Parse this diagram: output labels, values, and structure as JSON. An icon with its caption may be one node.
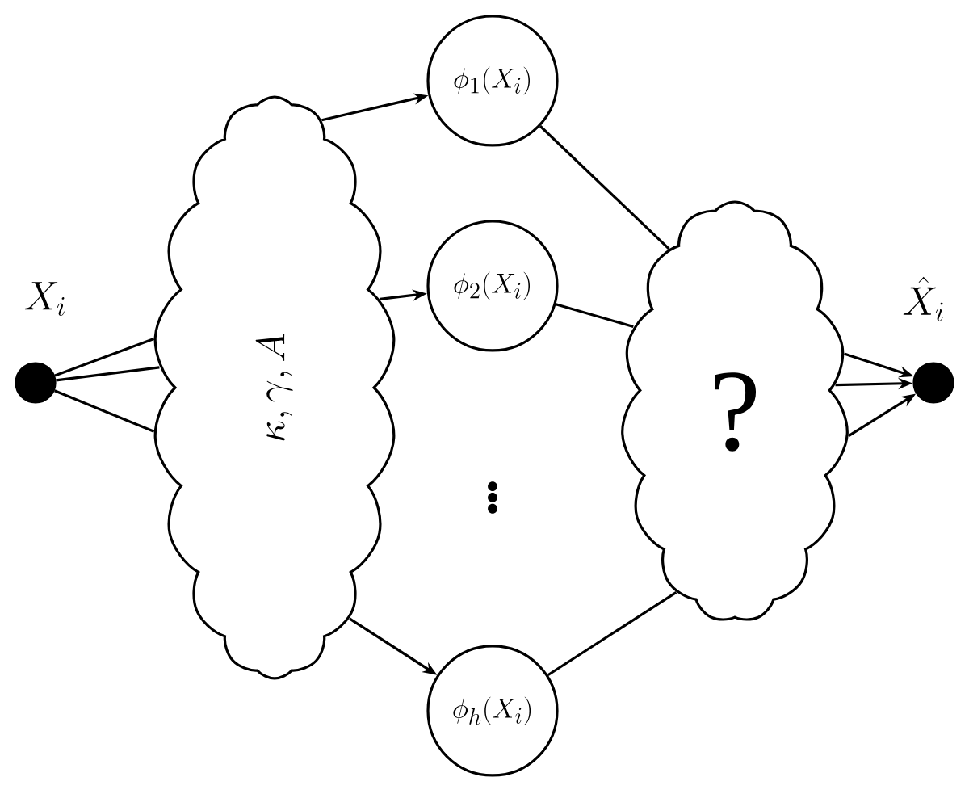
{
  "diagram": {
    "nodes": [
      {
        "text": [],
        "shape": "circle",
        "beside": [
          "X_i"
        ]
      },
      {
        "text": [
          "\\kappa, \\gamma, A"
        ]
      },
      {
        "text": [
          "\\phi_1(X_i)"
        ]
      },
      {
        "text": [
          "\\phi_2(X_i)"
        ]
      },
      {
        "text": [
          "\\phi_h(X_i)"
        ]
      },
      {
        "text": [
          "?"
        ]
      },
      {
        "text": [],
        "shape": "circle",
        "beside": [
          "\\hat{X}_i"
        ]
      }
    ],
    "edges": [
      {
        "from": 0,
        "to": 1,
        "arrow": "none"
      },
      {
        "from": 0,
        "to": 1,
        "arrow": "none"
      },
      {
        "from": 0,
        "to": 1,
        "arrow": "none"
      },
      {
        "from": 1,
        "to": 2,
        "arrow": "to"
      },
      {
        "from": 1,
        "to": 3,
        "arrow": "to"
      },
      {
        "from": 1,
        "to": 4,
        "arrow": "to"
      },
      {
        "from": 2,
        "to": 5,
        "arrow": "none"
      },
      {
        "from": 3,
        "to": 5,
        "arrow": "none"
      },
      {
        "from": 4,
        "to": 5,
        "arrow": "none"
      },
      {
        "from": 5,
        "to": 6,
        "arrow": "to"
      },
      {
        "from": 5,
        "to": 6,
        "arrow": "to"
      },
      {
        "from": 5,
        "to": 6,
        "arrow": "to"
      }
    ],
    "labels": [
      "\\vdots"
    ]
  }
}
